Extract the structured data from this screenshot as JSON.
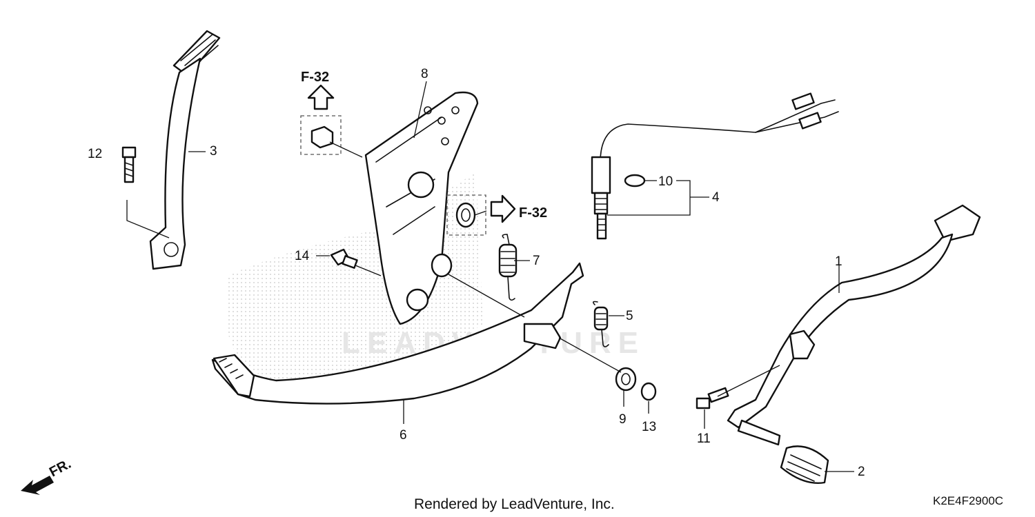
{
  "diagram": {
    "callouts": [
      "1",
      "2",
      "3",
      "4",
      "5",
      "6",
      "7",
      "8",
      "9",
      "10",
      "11",
      "12",
      "13",
      "14"
    ],
    "references": [
      "F-32",
      "F-32"
    ],
    "front_indicator": "FR.",
    "watermark": "LEADVENTURE",
    "footer": {
      "rendered_by": "Rendered by LeadVenture, Inc.",
      "code": "K2E4F2900C"
    }
  }
}
